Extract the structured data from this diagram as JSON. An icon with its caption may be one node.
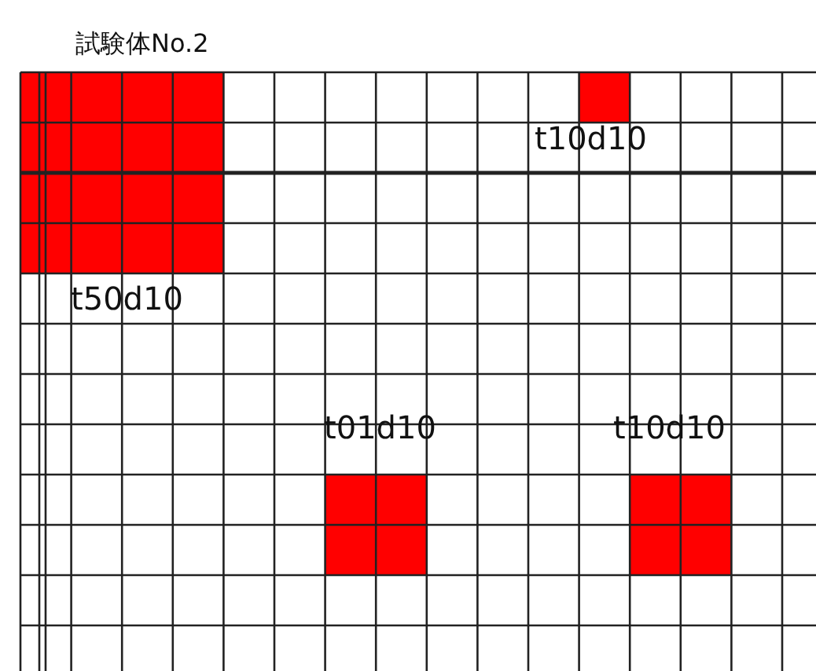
{
  "diagram": {
    "title": "試験体No.2",
    "labels": [
      "t10d10",
      "t50d10",
      "t01d10",
      "t10d10"
    ]
  }
}
